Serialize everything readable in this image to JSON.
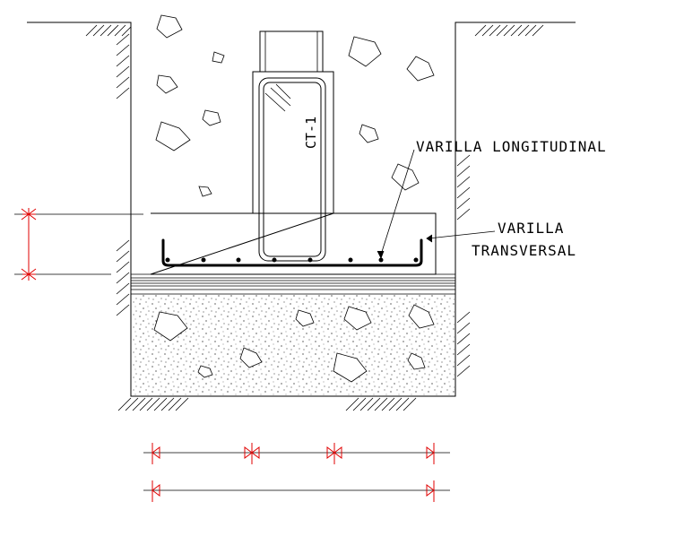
{
  "labels": {
    "longitudinal": "VARILLA  LONGITUDINAL",
    "transversal_line1": "VARILLA",
    "transversal_line2": "TRANSVERSAL",
    "column_tag": "CT-1"
  },
  "colors": {
    "lines": "#000000",
    "dimension": "#e00000",
    "background": "#ffffff"
  }
}
